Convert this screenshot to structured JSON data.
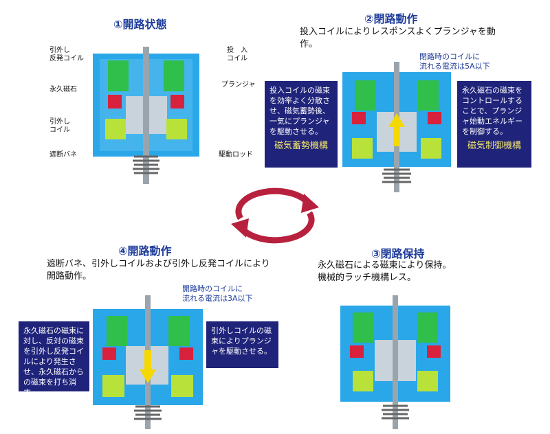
{
  "panels": {
    "p1": {
      "title": "①開路状態",
      "labels": {
        "hikiotoshi_hanpatsu": "引外し\n反発コイル",
        "tounyu_coil": "投　入\nコイル",
        "eikyu_jishaku": "永久磁石",
        "plunger": "プランジャ",
        "hikiotoshi_coil": "引外し\nコイル",
        "shadan_bane": "遮断バネ",
        "kudou_rod": "駆動ロッド"
      }
    },
    "p2": {
      "title": "②閉路動作",
      "description": "投入コイルによりレスポンスよくプランジャを動作。",
      "current_note": "閉路時のコイルに\n流れる電流は5A以下",
      "left_box": {
        "text": "投入コイルの磁束を効率よく分散させ、磁気蓄勢後、一気にプランジャを駆動させる。",
        "heading": "磁気蓄勢機構"
      },
      "right_box": {
        "text": "永久磁石の磁束をコントロールすることで、プランジャ始動エネルギーを制御する。",
        "heading": "磁気制御機構"
      }
    },
    "p3": {
      "title": "③閉路保持",
      "description": "永久磁石による磁束により保持。\n機械的ラッチ機構レス。"
    },
    "p4": {
      "title": "④開路動作",
      "description": "遮断バネ、引外しコイルおよび引外し反発コイルにより開路動作。",
      "current_note": "開路時のコイルに\n流れる電流は3A以下",
      "left_box": {
        "text": "永久磁石の磁束に対し、反対の磁束を引外し反発コイルにより発生させ、永久磁石からの磁束を打ち消す。"
      },
      "right_box": {
        "text": "引外しコイルの磁束によりプランジャを駆動させる。"
      }
    }
  },
  "colors": {
    "body": "#2aa7e8",
    "coil_green": "#2fbf4a",
    "coil_yellow": "#b8e23a",
    "magnet_red": "#d8213c",
    "plunger": "#c9d3dc",
    "box": "#1f237a",
    "arrow_cycle": "#b8213e",
    "title": "#1f3c9b"
  }
}
